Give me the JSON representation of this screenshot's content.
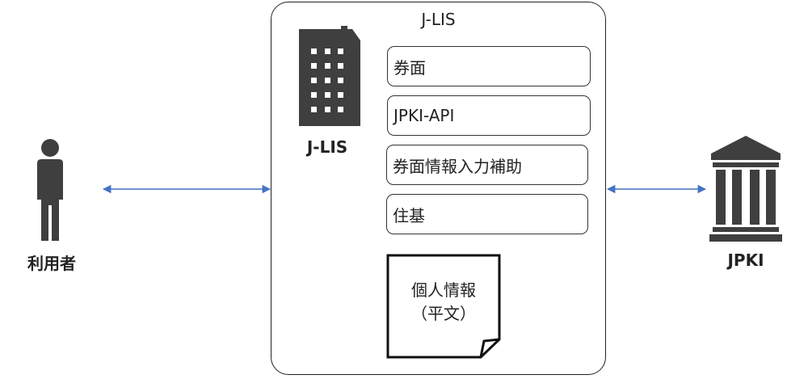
{
  "system_box": {
    "title": "J-LIS"
  },
  "modules": [
    {
      "label": "券面"
    },
    {
      "label": "JPKI-API"
    },
    {
      "label": "券面情報入力補助"
    },
    {
      "label": "住基"
    }
  ],
  "building": {
    "label": "J-LIS"
  },
  "document": {
    "line1": "個人情報",
    "line2": "（平文）"
  },
  "user": {
    "label": "利用者"
  },
  "jpki": {
    "label": "JPKI"
  },
  "colors": {
    "arrow": "#4472C4",
    "icon": "#3f3f3f"
  }
}
